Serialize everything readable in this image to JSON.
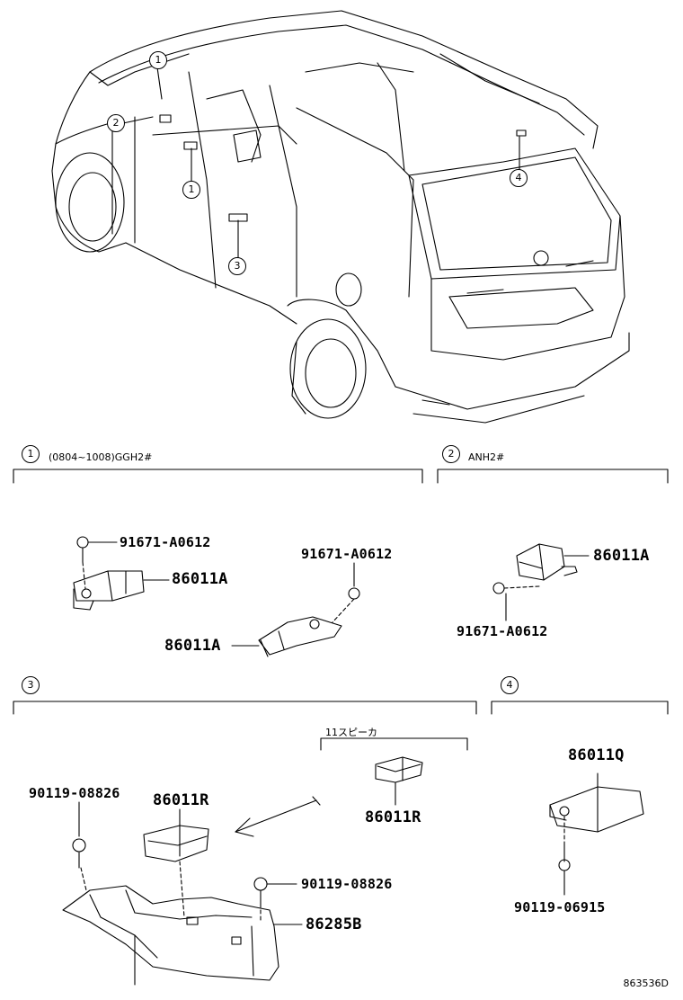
{
  "callouts": {
    "c1": "1",
    "c2": "2",
    "c3": "3",
    "c4": "4"
  },
  "sections": {
    "s1": {
      "num": "1",
      "label": "(0804~1008)GGH2#"
    },
    "s2": {
      "num": "2",
      "label": "ANH2#"
    },
    "s3": {
      "num": "3",
      "label": ""
    },
    "s4": {
      "num": "4",
      "label": ""
    }
  },
  "sub_label_speaker": "11スピーカ",
  "parts": {
    "s1_bolt": "91671-A0612",
    "s1_sensor_a": "86011A",
    "s1_bolt_b": "91671-A0612",
    "s1_sensor_b": "86011A",
    "s2_sensor": "86011A",
    "s2_bolt": "91671-A0612",
    "s3_bolt_left": "90119-08826",
    "s3_sensor": "86011R",
    "s3_speaker_sensor": "86011R",
    "s3_bolt_right": "90119-08826",
    "s3_bracket": "86285B",
    "s4_sensor": "86011Q",
    "s4_bolt": "90119-06915"
  },
  "diagram_code": "863536D"
}
